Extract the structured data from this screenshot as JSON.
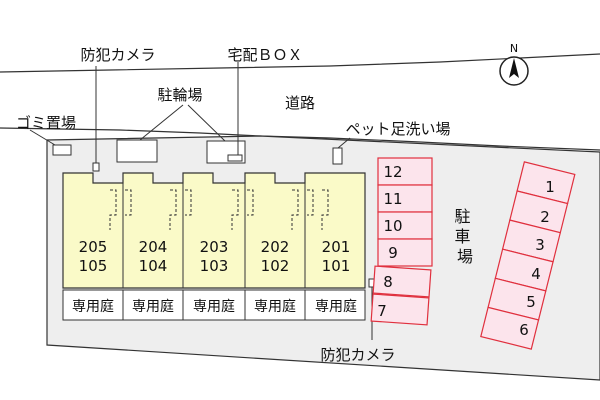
{
  "labels": {
    "camera_top": "防犯カメラ",
    "delivery_box": "宅配ＢＯＸ",
    "bicycle_parking": "駐輪場",
    "road": "道路",
    "garbage": "ゴミ置場",
    "pet_wash": "ペット足洗い場",
    "parking_lot": "駐車場",
    "camera_bottom": "防犯カメラ"
  },
  "compass": {
    "north_label": "N"
  },
  "units": [
    {
      "upper": "205",
      "lower": "105",
      "garden": "専用庭"
    },
    {
      "upper": "204",
      "lower": "104",
      "garden": "専用庭"
    },
    {
      "upper": "203",
      "lower": "103",
      "garden": "専用庭"
    },
    {
      "upper": "202",
      "lower": "102",
      "garden": "専用庭"
    },
    {
      "upper": "201",
      "lower": "101",
      "garden": "専用庭"
    }
  ],
  "parking_left": [
    "12",
    "11",
    "10",
    "9",
    "8",
    "7"
  ],
  "parking_right": [
    "1",
    "2",
    "3",
    "4",
    "5",
    "6"
  ],
  "colors": {
    "unit_fill": "#fafac8",
    "parking_fill": "#fce4ec",
    "parking_stroke": "#e0303e",
    "site_fill": "#eeeeee"
  }
}
